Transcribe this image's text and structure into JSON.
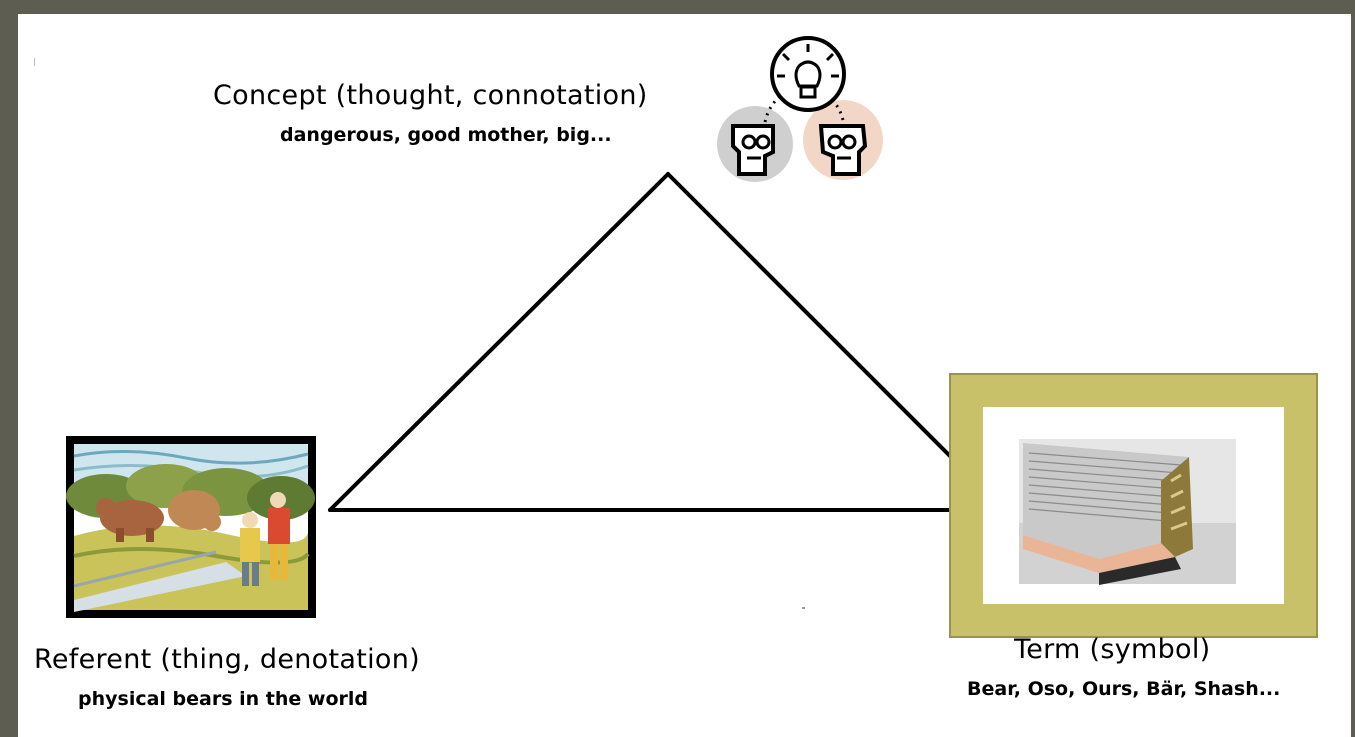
{
  "diagram": {
    "concept": {
      "title": "Concept (thought, connotation)",
      "subtitle": "dangerous, good mother, big..."
    },
    "referent": {
      "title": "Referent (thing, denotation)",
      "subtitle": "physical bears in the world"
    },
    "term": {
      "title": "Term (symbol)",
      "subtitle": "Bear, Oso, Ours, Bär, Shash..."
    },
    "colors": {
      "background": "#5e5d52",
      "canvas": "#ffffff",
      "frame": "#c8c16a",
      "frame_border": "#9a944a",
      "line": "#000000"
    },
    "icons": {
      "concept": "thinking-people-lightbulb-icon",
      "referent": "bears-and-hunters-picture",
      "term": "dictionary-book-picture"
    }
  }
}
